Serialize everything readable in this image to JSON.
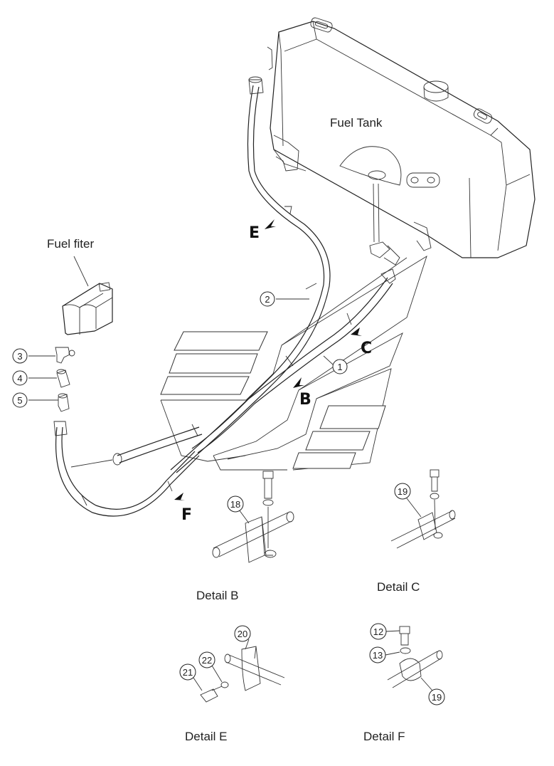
{
  "labels": {
    "fuel_tank": "Fuel Tank",
    "fuel_filter": "Fuel fiter",
    "detail_b": "Detail B",
    "detail_c": "Detail C",
    "detail_e": "Detail E",
    "detail_f": "Detail F"
  },
  "view_letters": {
    "b": "B",
    "c": "C",
    "e": "E",
    "f": "F"
  },
  "callouts": {
    "c1": "1",
    "c2": "2",
    "c3": "3",
    "c4": "4",
    "c5": "5",
    "c12": "12",
    "c13": "13",
    "c18": "18",
    "c19_detail_c": "19",
    "c19_detail_f": "19",
    "c20": "20",
    "c21": "21",
    "c22": "22"
  }
}
